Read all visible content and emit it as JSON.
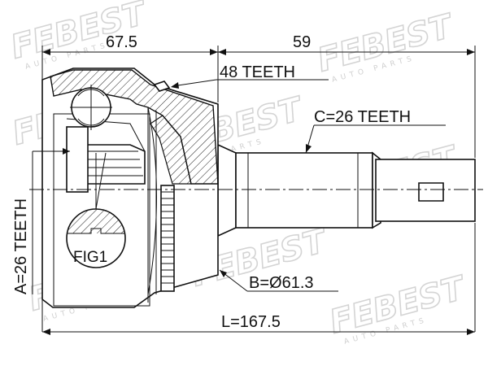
{
  "watermark": {
    "brand": "FEBEST",
    "tagline": "AUTO PARTS"
  },
  "dimensions": {
    "top_left": "67.5",
    "top_right": "59",
    "total_length": "L=167.5"
  },
  "callouts": {
    "outer_teeth": "48 TEETH",
    "shaft_teeth": "C=26 TEETH",
    "inner_teeth": "A=26 TEETH",
    "bell_diameter": "B=Ø61.3",
    "figure_ref": "FIG1"
  }
}
